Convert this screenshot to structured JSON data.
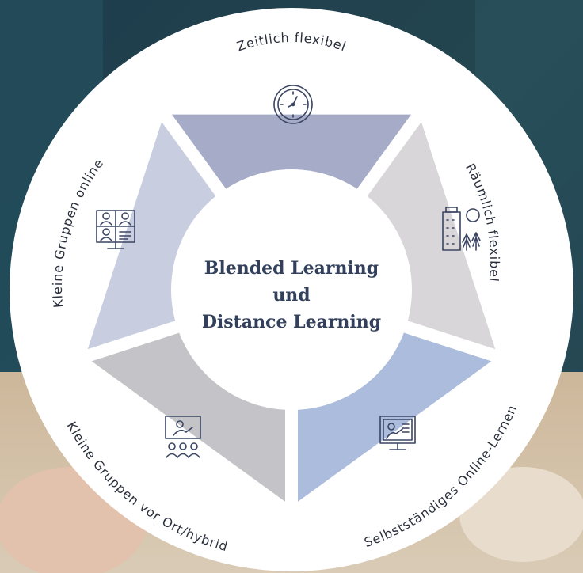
{
  "diagram": {
    "center_lines": [
      "Blended Learning",
      "und",
      "Distance Learning"
    ],
    "segments": [
      {
        "label": "Zeitlich flexibel",
        "icon": "clock-icon",
        "color": "#a6abc7"
      },
      {
        "label": "Räumlich flexibel",
        "icon": "building-trees-icon",
        "color": "#d8d6d8"
      },
      {
        "label": "Selbstständiges Online-Lernen",
        "icon": "online-lecture-monitor-icon",
        "color": "#acbcdc"
      },
      {
        "label": "Kleine Gruppen vor Ort/hybrid",
        "icon": "presentation-group-icon",
        "color": "#c4c3c8"
      },
      {
        "label": "Kleine Gruppen online",
        "icon": "video-conference-icon",
        "color": "#c8cde0"
      }
    ],
    "colors": {
      "ring": "#ffffff",
      "center_fill": "#ffffff",
      "center_text": "#33405c",
      "ring_text": "#2a2f3c",
      "icon_stroke": "#3a4563"
    }
  }
}
